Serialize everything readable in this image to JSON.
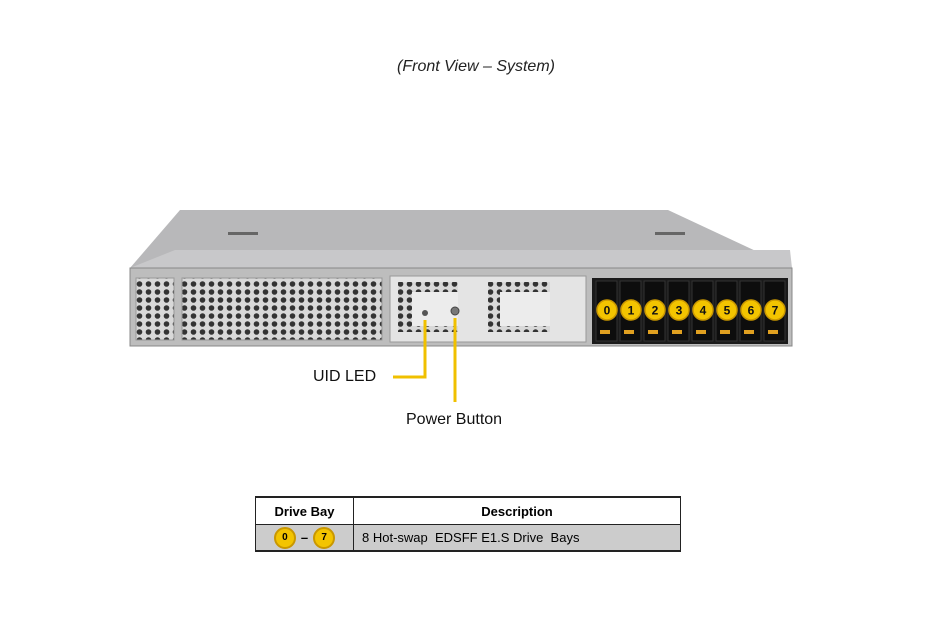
{
  "caption": "(Front View – System)",
  "callouts": {
    "uid_led": "UID LED",
    "power_button": "Power Button"
  },
  "drive_bays": [
    "0",
    "1",
    "2",
    "3",
    "4",
    "5",
    "6",
    "7"
  ],
  "table": {
    "headers": [
      "Drive Bay",
      "Description"
    ],
    "rows": [
      {
        "bay_start": "0",
        "bay_sep": "–",
        "bay_end": "7",
        "description": "8 Hot-swap  EDSFF E1.S Drive  Bays"
      }
    ]
  },
  "colors": {
    "callout": "#f0c000",
    "badge": "#f3c400",
    "row_bg": "#cccccc"
  }
}
